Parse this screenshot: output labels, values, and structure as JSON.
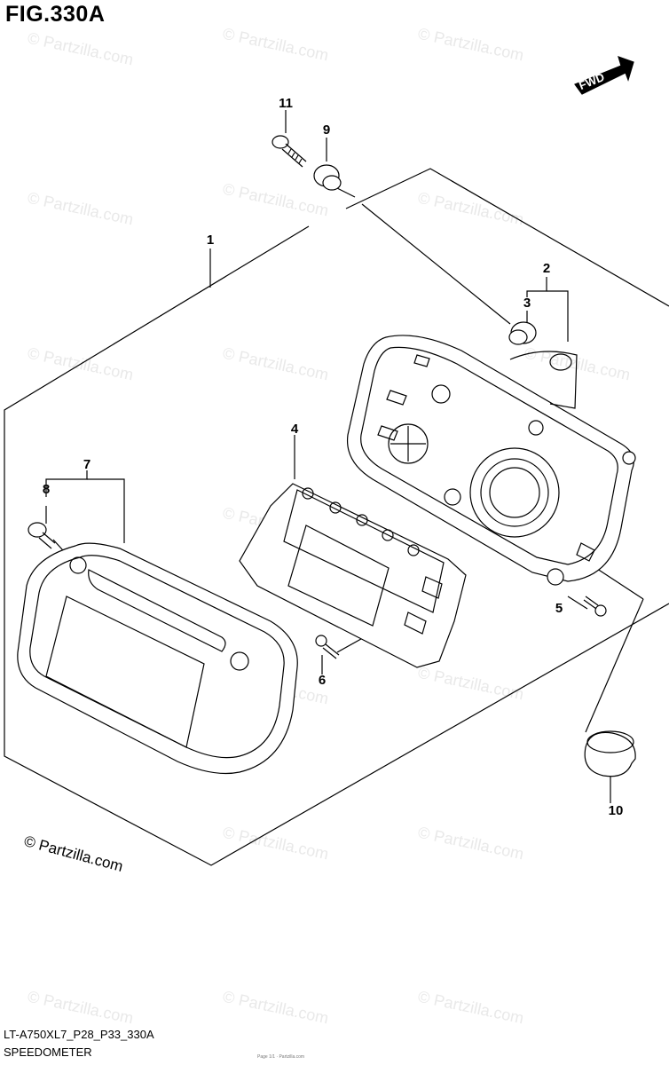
{
  "figure": {
    "title": "FIG.330A",
    "direction_label": "FWD"
  },
  "callouts": [
    {
      "id": "callout-1",
      "label": "1"
    },
    {
      "id": "callout-2",
      "label": "2"
    },
    {
      "id": "callout-3",
      "label": "3"
    },
    {
      "id": "callout-4",
      "label": "4"
    },
    {
      "id": "callout-5",
      "label": "5"
    },
    {
      "id": "callout-6",
      "label": "6"
    },
    {
      "id": "callout-7",
      "label": "7"
    },
    {
      "id": "callout-8",
      "label": "8"
    },
    {
      "id": "callout-9",
      "label": "9"
    },
    {
      "id": "callout-10",
      "label": "10"
    },
    {
      "id": "callout-11",
      "label": "11"
    }
  ],
  "watermark": {
    "text": "© Partzilla.com",
    "credit": "© Partzilla.com"
  },
  "footer": {
    "part_code": "LT-A750XL7_P28_P33_330A",
    "part_name": "SPEEDOMETER",
    "fine_print": "Page 1/1 · Partzilla.com"
  }
}
